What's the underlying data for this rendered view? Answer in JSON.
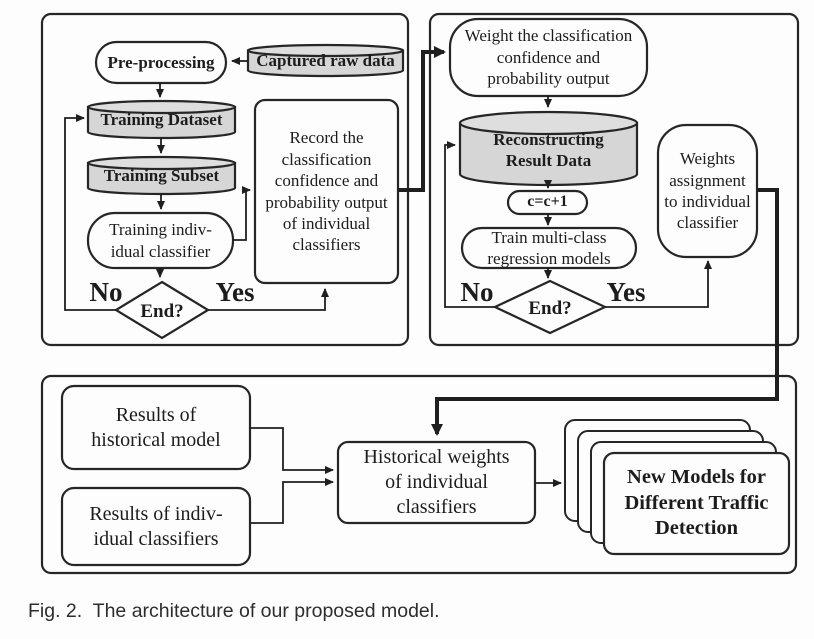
{
  "figure": {
    "caption": "Fig. 2.  The architecture of our proposed model."
  },
  "colors": {
    "stroke": "#262626",
    "node_fill": "#fdfdfd",
    "cylinder_fill": "#d6d6d6",
    "cylinder_top_fill": "#dedede",
    "background": "#fdfdfd",
    "text": "#1c1c1c"
  },
  "diagram": {
    "training_panel": {
      "pre_processing": "Pre-processing",
      "captured_raw_data": "Captured raw data",
      "training_dataset": "Training Dataset",
      "training_subset": "Training Subset",
      "training_individual_classifier": "Training indiv-\nidual classifier",
      "record_box": "Record the\nclassification\nconfidence and\nprobability output\nof individual\nclassifiers",
      "end_decision": "End?",
      "no_label": "No",
      "yes_label": "Yes"
    },
    "weighting_panel": {
      "weight_output": "Weight the classification\nconfidence and\nprobability output",
      "reconstructing_result_data": "Reconstructing\nResult Data",
      "counter_increment": "c=c+1",
      "train_regression": "Train multi-class\nregression models",
      "end_decision": "End?",
      "no_label": "No",
      "yes_label": "Yes",
      "weights_assignment": "Weights\nassignment\nto individual\nclassifier"
    },
    "combination_panel": {
      "results_historical": "Results of\nhistorical model",
      "results_individual": "Results of indiv-\nidual classifiers",
      "historical_weights": "Historical weights\nof individual\nclassifiers",
      "new_models": "New Models for\nDifferent Traffic\nDetection"
    }
  }
}
